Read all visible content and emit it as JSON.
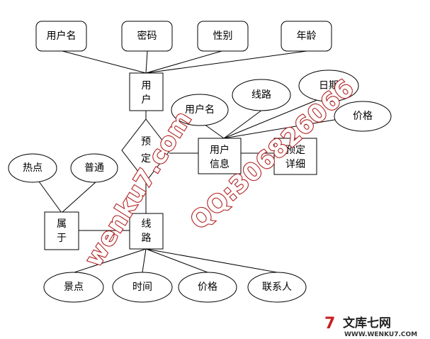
{
  "diagram": {
    "user_attributes": [
      "用户名",
      "密码",
      "性别",
      "年龄"
    ],
    "user_entity": [
      "用",
      "户"
    ],
    "booking_relation": [
      "预",
      "定"
    ],
    "user_info_entity": [
      "用户",
      "信息"
    ],
    "booking_detail_entity": [
      "预定",
      "详细"
    ],
    "booking_attributes": [
      "用户名",
      "线路",
      "日期",
      "价格"
    ],
    "hotspot_attributes": [
      "热点",
      "普通"
    ],
    "belongs_relation": [
      "属",
      "于"
    ],
    "route_entity": [
      "线",
      "路"
    ],
    "route_attributes": [
      "景点",
      "时间",
      "价格",
      "联系人"
    ]
  },
  "watermark": {
    "line1": "wenku7.com",
    "line2": "QQ:306826066"
  },
  "logo": {
    "mark": "7",
    "name": "文库七网",
    "url": "WWW.WENKU7.COM"
  }
}
